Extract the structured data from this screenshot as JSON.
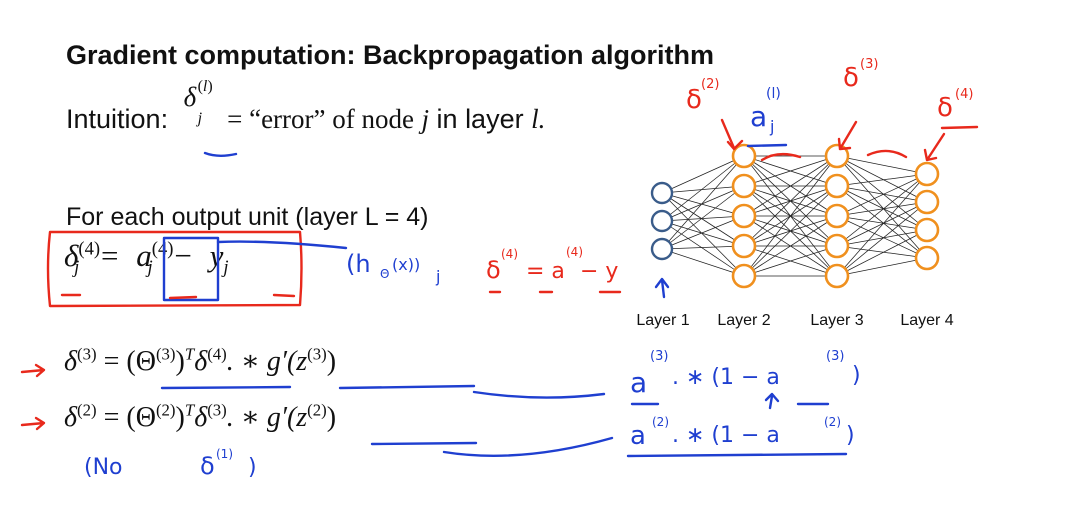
{
  "slide": {
    "title": "Gradient computation: Backpropagation algorithm",
    "intuition_prefix": "Intuition:",
    "intuition_text": "= “error” of node",
    "intuition_j": "j",
    "intuition_in_layer": "in layer",
    "intuition_l": "l.",
    "output_text": "For each output unit (layer L = 4)",
    "eq_delta4": {
      "sym": "δ",
      "sup": "(4)",
      "sub": "j",
      "eq": "=",
      "a": "a",
      "a_sup": "(4)",
      "a_sub": "j",
      "minus": "−",
      "y": "y",
      "y_sub": "j"
    },
    "eq_delta3": {
      "lhs": "δ",
      "lhs_sup": "(3)",
      "rhs_a": "= (Θ",
      "theta_sup": "(3)",
      "rhs_b": ")",
      "T": "T",
      "rhs_c": "δ",
      "d_sup": "(4)",
      "rhs_d": ". ∗ g′(z",
      "z_sup": "(3)",
      "rhs_e": ")"
    },
    "eq_delta2": {
      "lhs": "δ",
      "lhs_sup": "(2)",
      "rhs_a": "= (Θ",
      "theta_sup": "(2)",
      "rhs_b": ")",
      "T": "T",
      "rhs_c": "δ",
      "d_sup": "(3)",
      "rhs_d": ". ∗ g′(z",
      "z_sup": "(2)",
      "rhs_e": ")"
    },
    "layer_labels": [
      "Layer 1",
      "Layer 2",
      "Layer 3",
      "Layer 4"
    ],
    "network": {
      "layer_sizes": [
        3,
        5,
        5,
        4
      ],
      "input_color": "#3a5c8a",
      "hidden_color": "#f0901e"
    },
    "annotations": {
      "red_ink": "#e8291c",
      "blue_ink": "#1f3fd0",
      "delta2_note": "δ",
      "delta2_note_sup": "(2)",
      "delta3_note": "δ",
      "delta3_note_sup": "(3)",
      "delta4_note": "δ",
      "delta4_note_sup": "(4)",
      "aj_note": "a",
      "aj_note_sub": "j",
      "aj_note_sup": "(l)",
      "hypothesis_note": "(h",
      "hypothesis_theta": "Θ",
      "hypothesis_x": "(x))",
      "hypothesis_j": "j",
      "delta4_short": "δ",
      "delta4_short_sup": "(4)",
      "delta4_short_eq": "= a",
      "delta4_short_a_sup": "(4)",
      "delta4_short_rest": "− y",
      "deriv3_a": "a",
      "deriv3_a_sup": "(3)",
      "deriv3_rest": ". ∗ (1 − a",
      "deriv3_sup": "(3)",
      "deriv3_close": ")",
      "deriv2_a": "a",
      "deriv2_a_sup": "(2)",
      "deriv2_rest": ". ∗ (1 − a",
      "deriv2_sup": "(2)",
      "deriv2_close": ")",
      "no_delta1": "(No",
      "no_delta1_sym": "δ",
      "no_delta1_sup": "(1)",
      "no_delta1_close": ")"
    }
  }
}
